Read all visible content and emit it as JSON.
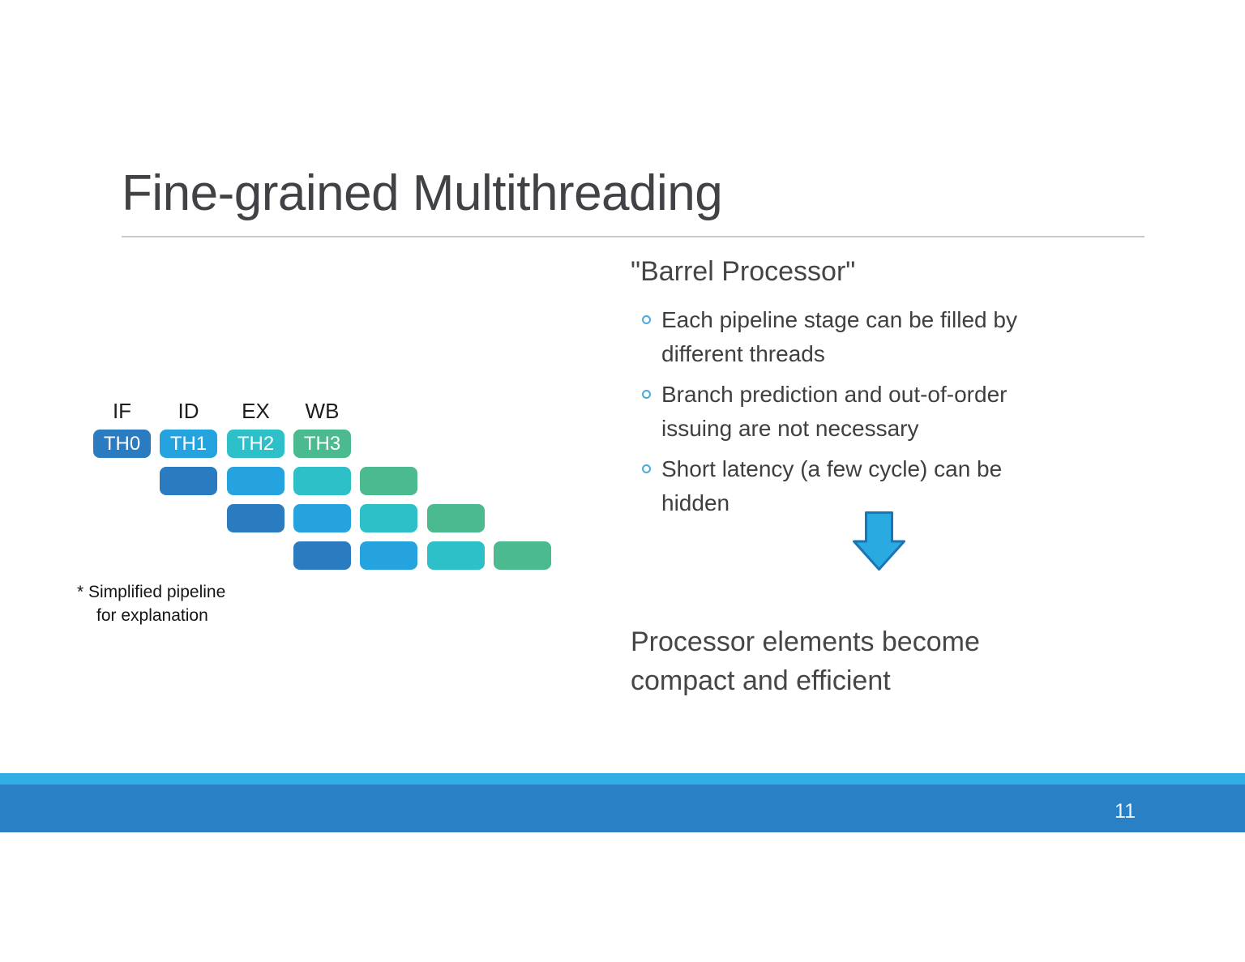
{
  "slide": {
    "title": "Fine-grained Multithreading"
  },
  "pipeline_diagram": {
    "stage_headers": [
      "IF",
      "ID",
      "EX",
      "WB"
    ],
    "thread_labels": [
      "TH0",
      "TH1",
      "TH2",
      "TH3"
    ],
    "thread_colors": [
      "#2B7BC0",
      "#24A3DF",
      "#2EC0C9",
      "#4BBA8F"
    ],
    "num_rows": 4,
    "footnote_lines": [
      "* Simplified pipeline",
      "for explanation"
    ]
  },
  "content": {
    "heading": "\"Barrel Processor\"",
    "bullets": [
      {
        "lines": [
          "Each pipeline stage can be filled by",
          "different threads"
        ]
      },
      {
        "lines": [
          "Branch prediction and out-of-order",
          "issuing are not necessary"
        ]
      },
      {
        "lines": [
          "Short latency (a few cycle) can be",
          "hidden"
        ]
      }
    ],
    "conclusion_lines": [
      "Processor elements become",
      "compact and efficient"
    ]
  },
  "footer": {
    "page_number": "11",
    "bar_color": "#2A80C4",
    "stripe_color": "#31AEE4"
  }
}
